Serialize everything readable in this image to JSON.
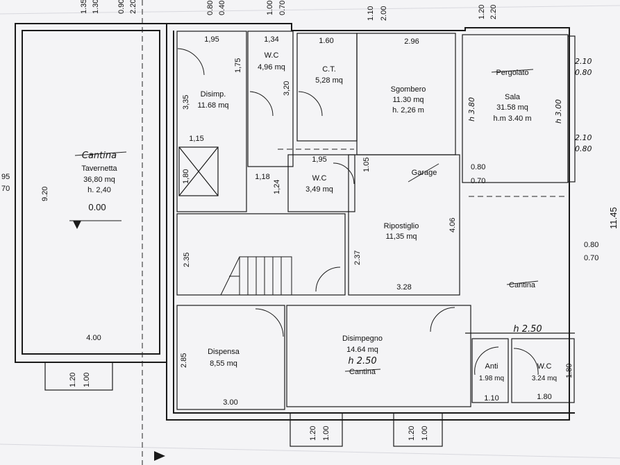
{
  "rooms": {
    "tavernetta": {
      "struck": "Cantina",
      "name": "Tavernetta",
      "area": "36,80 mq",
      "height": "h. 2,40",
      "level": "0.00"
    },
    "disimp": {
      "name": "Disimp.",
      "area": "11.68 mq"
    },
    "wc1": {
      "name": "W.C",
      "area": "4,96 mq"
    },
    "ct": {
      "name": "C.T.",
      "area": "5,28 mq"
    },
    "sgombero": {
      "name": "Sgombero",
      "area": "11.30 mq",
      "height": "h. 2,26 m"
    },
    "sala": {
      "struck": "Pergolato",
      "name": "Sala",
      "area": "31.58 mq",
      "height": "h.m 3.40 m"
    },
    "wc2": {
      "name": "W.C",
      "area": "3,49 mq"
    },
    "ripostiglio": {
      "struck": "Garage",
      "name": "Ripostiglio",
      "area": "11,35 mq"
    },
    "dispensa": {
      "name": "Dispensa",
      "area": "8,55 mq"
    },
    "disimpegno": {
      "name": "Disimpegno",
      "area": "14.64 mq",
      "hand_height": "h 2.50",
      "struck": "Cantina"
    },
    "cantina": {
      "struck": "Cantina",
      "hand_height": "h 2.50"
    },
    "anti": {
      "name": "Anti",
      "area": "1.98 mq"
    },
    "wc3": {
      "name": "W.C",
      "area": "3.24 mq"
    }
  },
  "dims": {
    "top_135": "1.35",
    "top_130": "1.30",
    "top_090": "0.90",
    "top_220a": "2.20",
    "top_080": "0.80",
    "top_040": "0.40",
    "top_100": "1.00",
    "top_070": "0.70",
    "top_110": "1.10",
    "top_200": "2.00",
    "top_120": "1.20",
    "top_220b": "2.20",
    "d_195a": "1,95",
    "d_134": "1,34",
    "d_160": "1.60",
    "d_296": "2.96",
    "d_175": "1,75",
    "d_335": "3,35",
    "d_320": "3,20",
    "d_115": "1,15",
    "d_095": "95",
    "d_070l": "70",
    "d_920": "9.20",
    "d_180v": "1,80",
    "d_118": "1,18",
    "d_124": "1,24",
    "d_195b": "1,95",
    "d_105": "1.05",
    "d_080r": "0.80",
    "d_070r": "0.70",
    "d_406": "4.06",
    "d_235": "2.35",
    "d_237": "2.37",
    "d_328": "3.28",
    "d_380": "h 3.80",
    "d_300": "h 3.00",
    "d_210a": "2.10",
    "d_080a": "0.80",
    "d_210b": "2.10",
    "d_080b": "0.80",
    "d_1145": "11.45",
    "d_080c": "0.80",
    "d_070c": "0.70",
    "d_400": "4.00",
    "d_120a": "1.20",
    "d_100a": "1.00",
    "d_285": "2.85",
    "d_300b": "3.00",
    "d_120b": "1.20",
    "d_100b": "1.00",
    "d_120c": "1.20",
    "d_100c": "1.00",
    "d_110b": "1.10",
    "d_180b": "1.80",
    "d_180c": "1.80"
  }
}
